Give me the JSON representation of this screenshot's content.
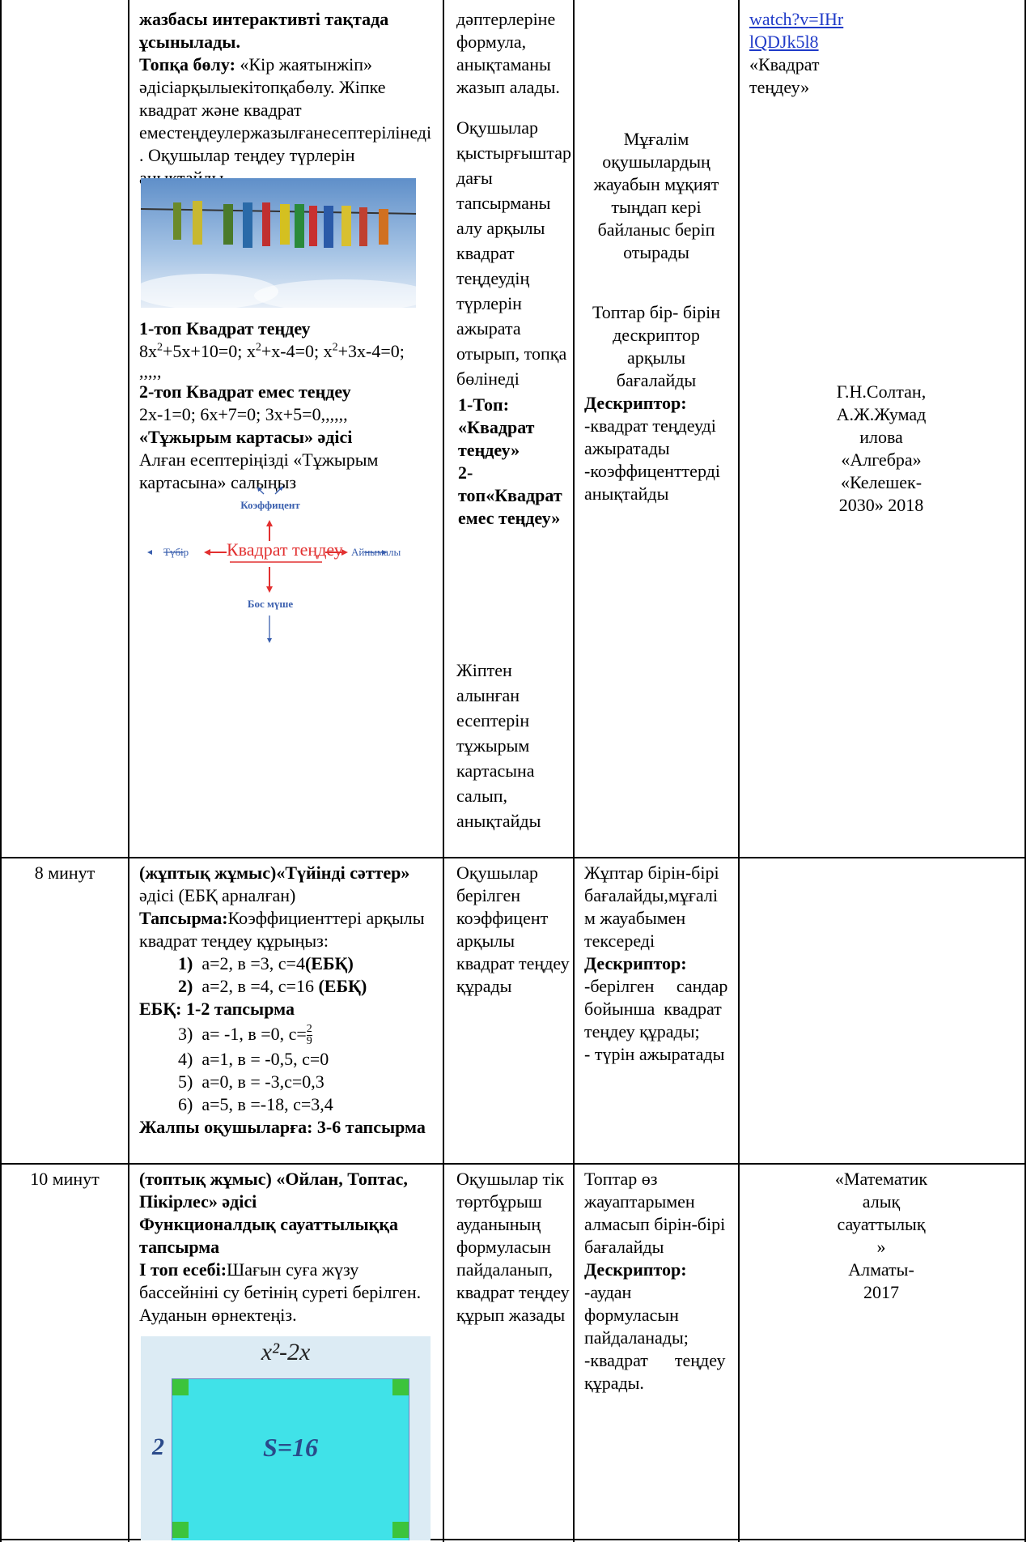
{
  "row1": {
    "col2": {
      "intro": [
        "жазбасы интерактивті тақтада",
        "ұсынылады."
      ],
      "division_label": "Топқа бөлу:",
      "division_text": " «Кір жаятынжіп»",
      "division_lines": [
        "әдісіарқылыекітопқабөлу. Жіпке",
        "квадрат және квадрат",
        "еместеңдеулержазылғанесептерілінеді",
        ". Оқушылар теңдеу түрлерін",
        "анықтайды."
      ],
      "image_clothespins": "clothespins-on-line-photo",
      "group1_title": "1-топ Квадрат теңдеу",
      "group1_eq": {
        "a": "8x",
        "b": "+5x+10=0;  x",
        "c": "+x-4=0;  x",
        "d": "+3x-4=0;",
        "sup": "2"
      },
      "group1_dots": ",,,,,",
      "group2_title": "2-топ Квадрат емес теңдеу",
      "group2_eq": "2x-1=0; 6x+7=0; 3x+5=0,,,,,,",
      "method_title": "«Тұжырым картасы» әдісі",
      "method_lines": [
        "Алған есептеріңізді «Тұжырым",
        "картасына» салыңыз"
      ],
      "map": {
        "center": "Квадрат теңдеу",
        "top": "Коэффицент",
        "left": "Түбір",
        "right": "Айнымалы",
        "bottom": "Бос мүше"
      }
    },
    "col3": {
      "block1": [
        "дәптерлеріне",
        "формула,",
        "анықтаманы",
        "жазып алады."
      ],
      "block2": [
        "Оқушылар",
        "қыстырғыштар",
        "дағы",
        "тапсырманы",
        "алу арқылы",
        "квадрат",
        "теңдеудің",
        "түрлерін",
        "ажырата",
        "отырып, топқа",
        "бөлінеді"
      ],
      "block3": [
        "1-Топ:",
        "«Квадрат",
        "теңдеу»",
        "2-",
        "топ«Квадрат",
        "емес теңдеу»"
      ],
      "block4": [
        "Жіптен",
        "алынған",
        "есептерін",
        "тұжырым",
        "картасына",
        "салып,",
        "анықтайды"
      ]
    },
    "col4": {
      "block1": [
        "Мұғалім",
        "оқушылардың",
        "жауабын мұқият",
        "тыңдап кері",
        "байланыс беріп",
        "отырады"
      ],
      "block2": [
        "Топтар бір- бірін",
        "дескриптор",
        "арқылы",
        "бағалайды"
      ],
      "descriptor_label": "Дескриптор:",
      "descriptors": [
        "-квадрат теңдеуді",
        "ажыратады",
        "-коэффиценттерді",
        "анықтайды"
      ]
    },
    "col5": {
      "link": [
        "watch?v=IHr",
        "lQDJk5l8"
      ],
      "ref1": [
        "«Квадрат",
        "теңдеу»"
      ],
      "ref2": [
        "Г.Н.Солтан,",
        "А.Ж.Жумад",
        "илова",
        "«Алгебра»",
        "«Келешек-",
        "2030» 2018"
      ]
    }
  },
  "row2": {
    "time": "8 минут",
    "col2": {
      "title": "(жұптық жұмыс)«Түйінді сәттер»",
      "sub": "әдісі (ЕБҚ арналған)",
      "task_label": "Тапсырма:",
      "task_text": "Коэффициенттері  арқылы",
      "task_line2": "квадрат теңдеу құрыңыз:",
      "items_bold": [
        {
          "num": "1)",
          "text": "a=2,  в =3,    c=4",
          "tag": "(ЕБҚ)"
        },
        {
          "num": "2)",
          "text": "a=2,  в =4,    c=16 ",
          "tag": "(ЕБҚ)"
        }
      ],
      "ebk_line": "ЕБҚ: 1-2 тапсырма",
      "item3": {
        "num": "3)",
        "text": "a= -1, в =0, c=",
        "num_frac": "2",
        "den_frac": "9"
      },
      "items_rest": [
        {
          "num": "4)",
          "text": "a=1,  в = -0,5,  c=0"
        },
        {
          "num": "5)",
          "text": "a=0, в = -3,c=0,3"
        },
        {
          "num": "6)",
          "text": "a=5,  в =-18,    c=3,4"
        }
      ],
      "footer": "Жалпы оқушыларға: 3-6 тапсырма"
    },
    "col3": [
      "Оқушылар",
      "берілген",
      "коэффицент",
      "арқылы",
      "квадрат теңдеу",
      "құрады"
    ],
    "col4": {
      "lines": [
        "Жұптар бірін-бірі",
        "бағалайды,мұғалі",
        "м жауабымен",
        "тексереді"
      ],
      "descriptor_label": "Дескриптор:",
      "descriptors": [
        "-берілген     сандар",
        "бойынша  квадрат",
        "теңдеу құрады;",
        "- түрін ажыратады"
      ]
    }
  },
  "row3": {
    "time": "10 минут",
    "col2": {
      "title1": "(топтық жұмыс) «Ойлан, Топтас,",
      "title2": "Пікірлес» әдісі",
      "title3": "Функционалдық сауаттылыққа",
      "title4": "тапсырма",
      "task_label": " I топ есебі:",
      "task_text": "Шағын суға жүзу",
      "task_lines": [
        "бассейніні  су бетінің суреті берілген.",
        "Ауданын өрнектеңіз."
      ],
      "pool": {
        "top": "x²-2x",
        "side": "2",
        "area": "S=16"
      }
    },
    "col3": [
      "Оқушылар тік",
      "төртбұрыш",
      "ауданының",
      "формуласын",
      "пайдаланып,",
      "квадрат теңдеу",
      "құрып жазады"
    ],
    "col4": {
      "lines": [
        "Топтар өз",
        "жауаптарымен",
        "алмасып бірін-бірі",
        "бағалайды"
      ],
      "descriptor_label": "Дескриптор:",
      "descriptors": [
        "-аудан",
        "формуласын",
        "пайдаланады;",
        "-квадрат      теңдеу",
        "құрады."
      ]
    },
    "col5": [
      "«Математик",
      "алық",
      "сауаттылық",
      "»",
      "Алматы-",
      "2017"
    ]
  }
}
